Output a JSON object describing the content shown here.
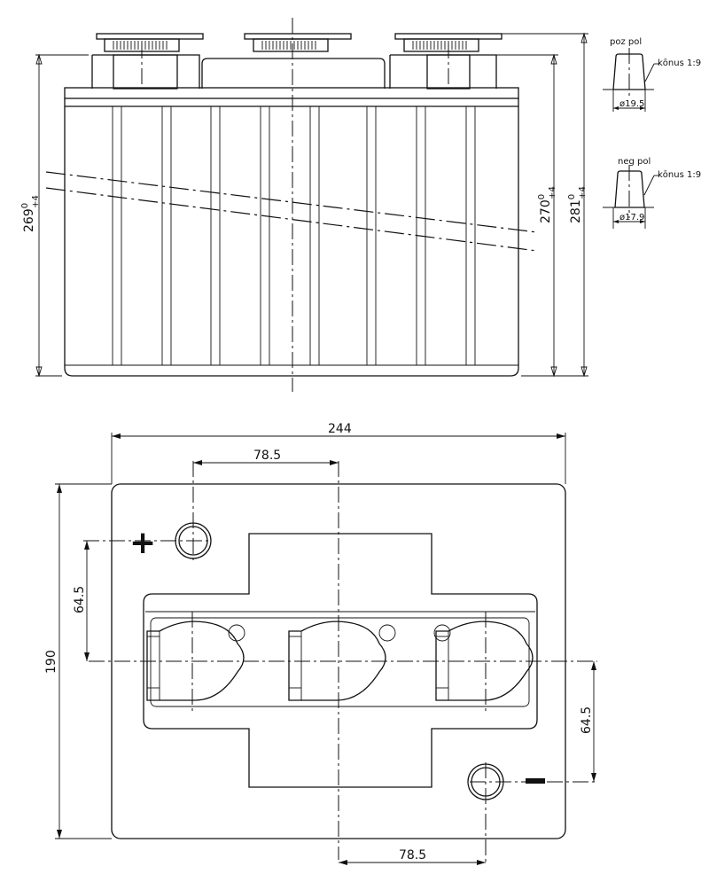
{
  "front_view": {
    "dim_left": {
      "value": "269",
      "sup": "0",
      "sub": "+4"
    },
    "dim_right_inner": {
      "value": "270",
      "sup": "0",
      "sub": "+4"
    },
    "dim_right_outer": {
      "value": "281",
      "sup": "0",
      "sub": "+4"
    }
  },
  "detail_pos": {
    "title": "poz pol",
    "taper": "kōnus 1:9",
    "diameter": "ø19.5"
  },
  "detail_neg": {
    "title": "neg pol",
    "taper": "kōnus 1:9",
    "diameter": "ø17.9"
  },
  "top_view": {
    "width": "244",
    "height": "190",
    "offset_top": "78.5",
    "offset_bottom": "78.5",
    "offset_left": "64.5",
    "offset_right": "64.5",
    "plus_symbol": "+",
    "minus_symbol": "−"
  }
}
